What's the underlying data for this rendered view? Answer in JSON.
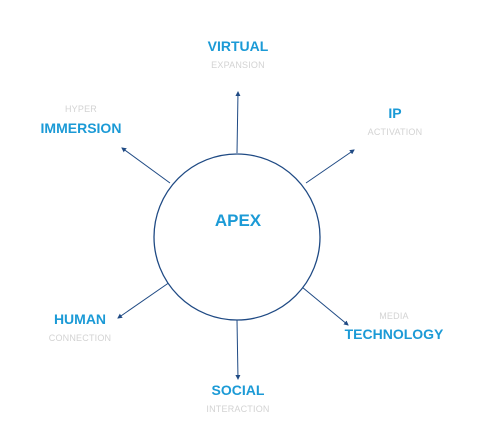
{
  "diagram": {
    "center": {
      "label": "APEX"
    },
    "nodes": [
      {
        "id": "virtual",
        "title": "VIRTUAL",
        "subtitle": "EXPANSION"
      },
      {
        "id": "ip",
        "title": "IP",
        "subtitle": "ACTIVATION"
      },
      {
        "id": "technology",
        "title": "TECHNOLOGY",
        "subtitle": "MEDIA"
      },
      {
        "id": "social",
        "title": "SOCIAL",
        "subtitle": "INTERACTION"
      },
      {
        "id": "human",
        "title": "HUMAN",
        "subtitle": "CONNECTION"
      },
      {
        "id": "immersion",
        "title": "IMMERSION",
        "subtitle": "HYPER"
      }
    ]
  },
  "colors": {
    "accent": "#1b9ad6",
    "subtitle": "#d3d3d3",
    "circle_stroke": "#1f4a84",
    "arrow": "#1f4a84"
  }
}
